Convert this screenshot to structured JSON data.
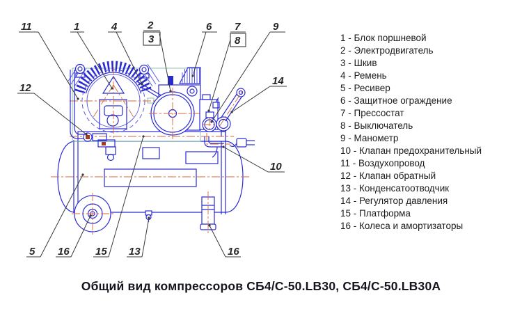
{
  "drawing": {
    "callouts": [
      "11",
      "1",
      "4",
      "2",
      "3",
      "6",
      "7",
      "8",
      "9",
      "14",
      "12",
      "10",
      "5",
      "16",
      "15",
      "13",
      "16"
    ]
  },
  "legend": {
    "items": [
      "1 - Блок поршневой",
      "2 - Электродвигатель",
      "3 - Шкив",
      "4 - Ремень",
      "5 - Ресивер",
      "6 - Защитное ограждение",
      "7 - Прессостат",
      "8 - Выключатель",
      "9 - Манометр",
      "10 - Клапан предохранительный",
      "11 - Воздухопровод",
      "12 - Клапан обратный",
      "13 - Конденсатоотводчик",
      "14 - Регулятор давления",
      "15 - Платформа",
      "16 - Колеса и амортизаторы"
    ]
  },
  "caption": "Общий вид компрессоров СБ4/С-50.LB30, СБ4/С-50.LB30А",
  "colors": {
    "drawing_blue": "#2a2ad2",
    "drawing_blue_light": "#5a5ae6",
    "centerline_orange": "#d4693a",
    "frame_teal": "#8fbfae",
    "callout_text": "#262626",
    "legend_text": "#1b1b1b"
  }
}
